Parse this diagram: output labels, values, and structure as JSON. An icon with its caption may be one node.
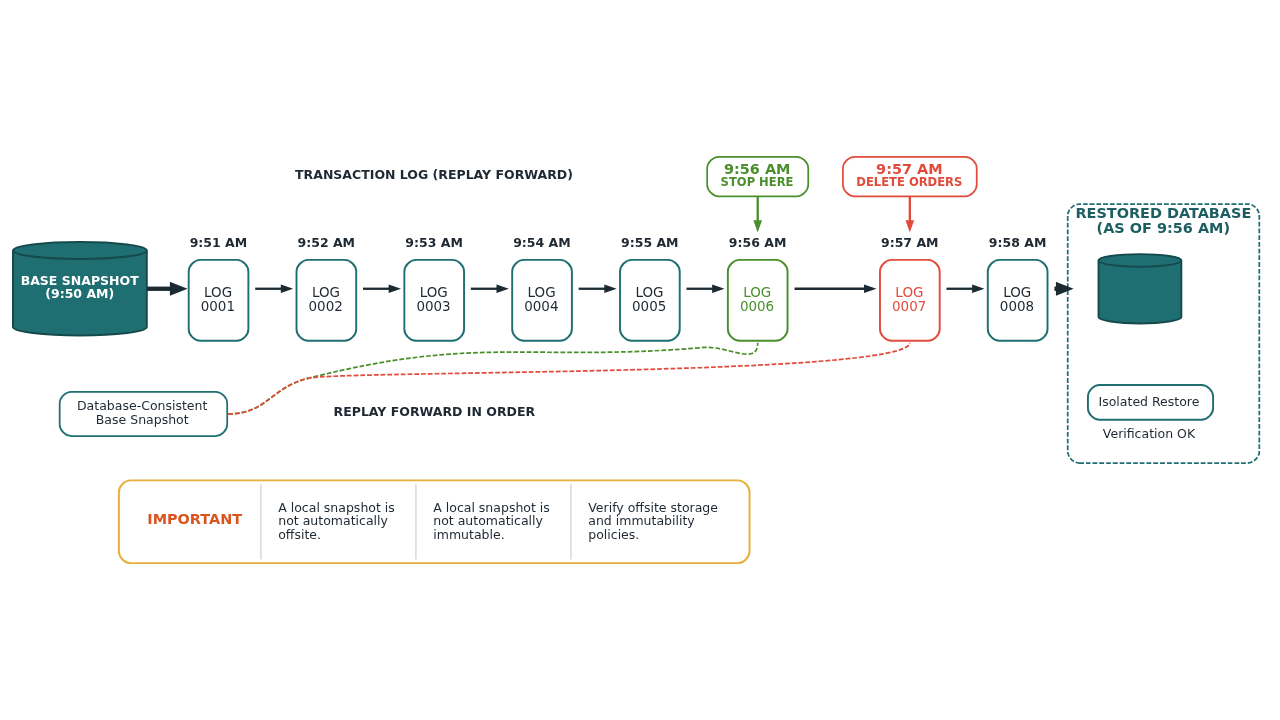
{
  "diagram": {
    "nodes": [
      {
        "text": [
          "BASE SNAPSHOT (9:50 AM)"
        ]
      },
      {
        "text": [
          "Database-Consistent Base Snapshot"
        ]
      },
      {
        "text": [
          "LOG 0001"
        ],
        "beside": [
          "9:51 AM"
        ]
      },
      {
        "text": [
          "LOG 0002"
        ],
        "beside": [
          "9:52 AM"
        ]
      },
      {
        "text": [
          "LOG 0003"
        ],
        "beside": [
          "9:53 AM"
        ]
      },
      {
        "text": [
          "LOG 0004"
        ],
        "beside": [
          "9:54 AM"
        ]
      },
      {
        "text": [
          "LOG 0005"
        ],
        "beside": [
          "9:55 AM"
        ]
      },
      {
        "text": [
          "LOG 0006"
        ],
        "beside": [
          "9:56 AM"
        ]
      },
      {
        "text": [
          "LOG 0007"
        ],
        "beside": [
          "9:57 AM"
        ]
      },
      {
        "text": [
          "LOG 0008"
        ],
        "beside": [
          "9:58 AM"
        ]
      },
      {
        "text": [
          "9:56 AM",
          "STOP HERE"
        ]
      },
      {
        "text": [
          "9:57 AM",
          "DELETE ORDERS"
        ]
      },
      {
        "text": [
          "RESTORED DATABASE (AS OF 9:56 AM)"
        ]
      },
      {
        "text": [],
        "shape": "cylinder",
        "in": 12
      },
      {
        "text": [
          "Isolated Restore"
        ],
        "in": 12,
        "beside": [
          "Verification OK"
        ]
      },
      {
        "text": [
          "IMPORTANT",
          "A local snapshot is not automatically offsite.",
          "A local snapshot is not automatically immutable.",
          "Verify offsite storage and immutability policies."
        ]
      }
    ],
    "edges": [
      {
        "from": 0,
        "to": 2,
        "arrow": "to",
        "style": "thick"
      },
      {
        "from": 2,
        "to": 3,
        "arrow": "to"
      },
      {
        "from": 3,
        "to": 4,
        "arrow": "to"
      },
      {
        "from": 4,
        "to": 5,
        "arrow": "to"
      },
      {
        "from": 5,
        "to": 6,
        "arrow": "to"
      },
      {
        "from": 6,
        "to": 7,
        "arrow": "to"
      },
      {
        "from": 7,
        "to": 8,
        "arrow": "to"
      },
      {
        "from": 8,
        "to": 9,
        "arrow": "to"
      },
      {
        "from": 9,
        "to": 12,
        "arrow": "to",
        "style": "thick"
      },
      {
        "from": 10,
        "to": 7,
        "arrow": "to",
        "color": "#4a8f2c"
      },
      {
        "from": 11,
        "to": 8,
        "arrow": "to",
        "color": "#e24b3b"
      },
      {
        "from": 1,
        "to": 7,
        "arrow": "none",
        "style": "dashed",
        "color": "#4a8f2c"
      },
      {
        "from": 1,
        "to": 8,
        "arrow": "none",
        "style": "dashed",
        "color": "#e24b3b"
      }
    ],
    "labels": [
      "TRANSACTION LOG (REPLAY FORWARD)",
      "REPLAY FORWARD IN ORDER"
    ]
  }
}
